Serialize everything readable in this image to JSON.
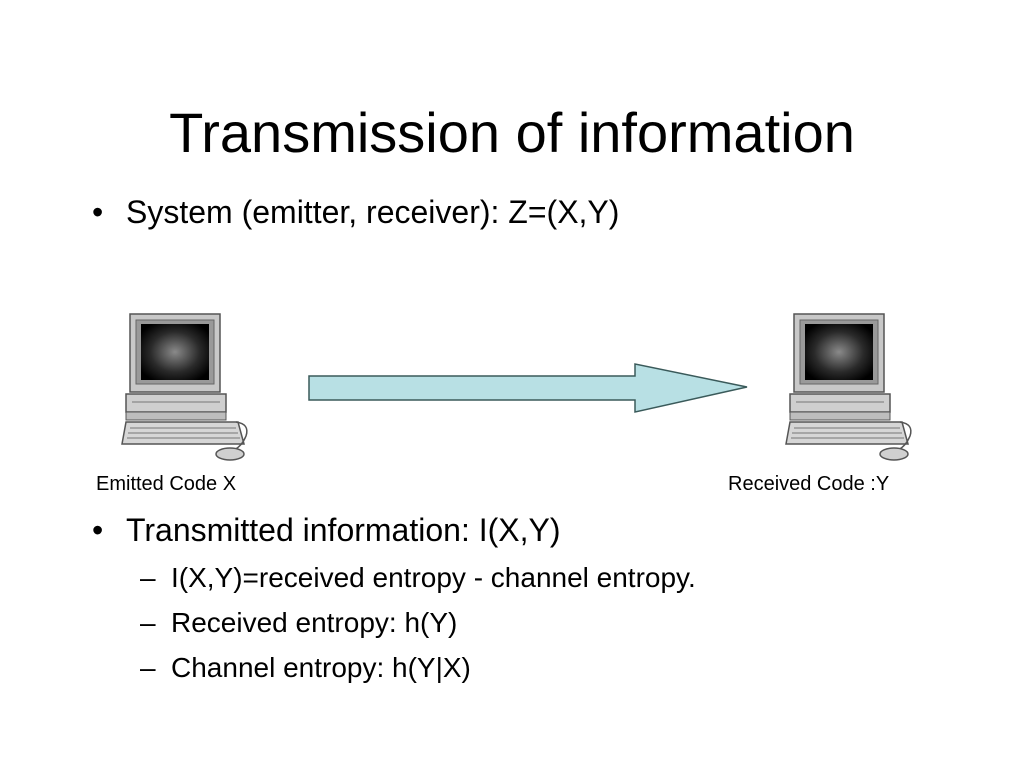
{
  "slide": {
    "title": "Transmission of information",
    "bullets": [
      {
        "marker": "•",
        "text": "System (emitter, receiver): Z=(X,Y)"
      },
      {
        "marker": "•",
        "text": "Transmitted information: I(X,Y)"
      }
    ],
    "sub_bullets": [
      {
        "marker": "–",
        "text": "I(X,Y)=received entropy - channel entropy."
      },
      {
        "marker": "–",
        "text": "Received entropy: h(Y)"
      },
      {
        "marker": "–",
        "text": "Channel entropy: h(Y|X)"
      }
    ]
  },
  "diagram": {
    "emitter_label": "Emitted Code X",
    "receiver_label": "Received Code :Y",
    "arrow_fill": "#b8e0e4",
    "arrow_stroke": "#3a5a5a",
    "icons": [
      "computer-icon",
      "computer-icon",
      "arrow-right-icon"
    ]
  }
}
